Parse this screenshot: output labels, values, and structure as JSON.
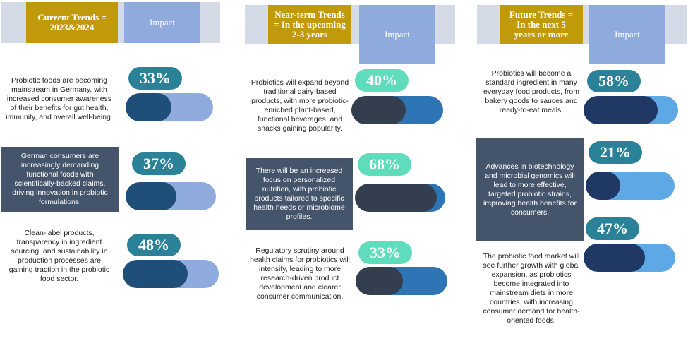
{
  "columns": [
    {
      "trend_title": "Current Trends = 2023&2024",
      "impact_label": "Impact",
      "items": [
        {
          "text": "Probiotic foods are becoming mainstream in Germany, with increased consumer awareness of their benefits for gut health, immunity, and overall well-being.",
          "percent": "33%",
          "value": 0.33
        },
        {
          "text": "German consumers are increasingly demanding functional foods with scientifically-backed claims, driving innovation in probiotic formulations.",
          "percent": "37%",
          "value": 0.37
        },
        {
          "text": "Clean-label products, transparency in ingredient sourcing, and sustainability in production processes are gaining traction in the probiotic food sector.",
          "percent": "48%",
          "value": 0.48
        }
      ]
    },
    {
      "trend_title": "Near-term Trends = In the upcoming 2-3 years",
      "impact_label": "Impact",
      "items": [
        {
          "text": "Probiotics will expand beyond traditional dairy-based products, with more probiotic-enriched plant-based, functional beverages, and snacks gaining popularity.",
          "percent": "40%",
          "value": 0.4
        },
        {
          "text": "There will be an increased focus on personalized nutrition, with probiotic products tailored to specific health needs or microbiome profiles.",
          "percent": "68%",
          "value": 0.68
        },
        {
          "text": "Regulatory scrutiny around health claims for probiotics will intensify, leading to more research-driven product development and clearer consumer communication.",
          "percent": "33%",
          "value": 0.33
        }
      ]
    },
    {
      "trend_title": "Future Trends = In the next 5 years or more",
      "impact_label": "Impact",
      "items": [
        {
          "text": "Probiotics will become a standard ingredient in many everyday food products, from bakery goods to sauces and ready-to-eat meals.",
          "percent": "58%",
          "value": 0.58
        },
        {
          "text": "Advances in biotechnology and microbial genomics will lead to more effective, targeted probiotic strains, improving health benefits for consumers.",
          "percent": "21%",
          "value": 0.21
        },
        {
          "text": "The probiotic food market will see further growth with global expansion, as probiotics become integrated into mainstream diets in more countries, with increasing consumer demand for health-oriented foods.",
          "percent": "47%",
          "value": 0.47
        }
      ]
    }
  ],
  "colors": {
    "trend_header": "#c19a0c",
    "impact_header": "#8faadc",
    "dark_box": "#44546a",
    "pill_teal": "#2a8198",
    "pill_mint": "#5fdcbb"
  }
}
